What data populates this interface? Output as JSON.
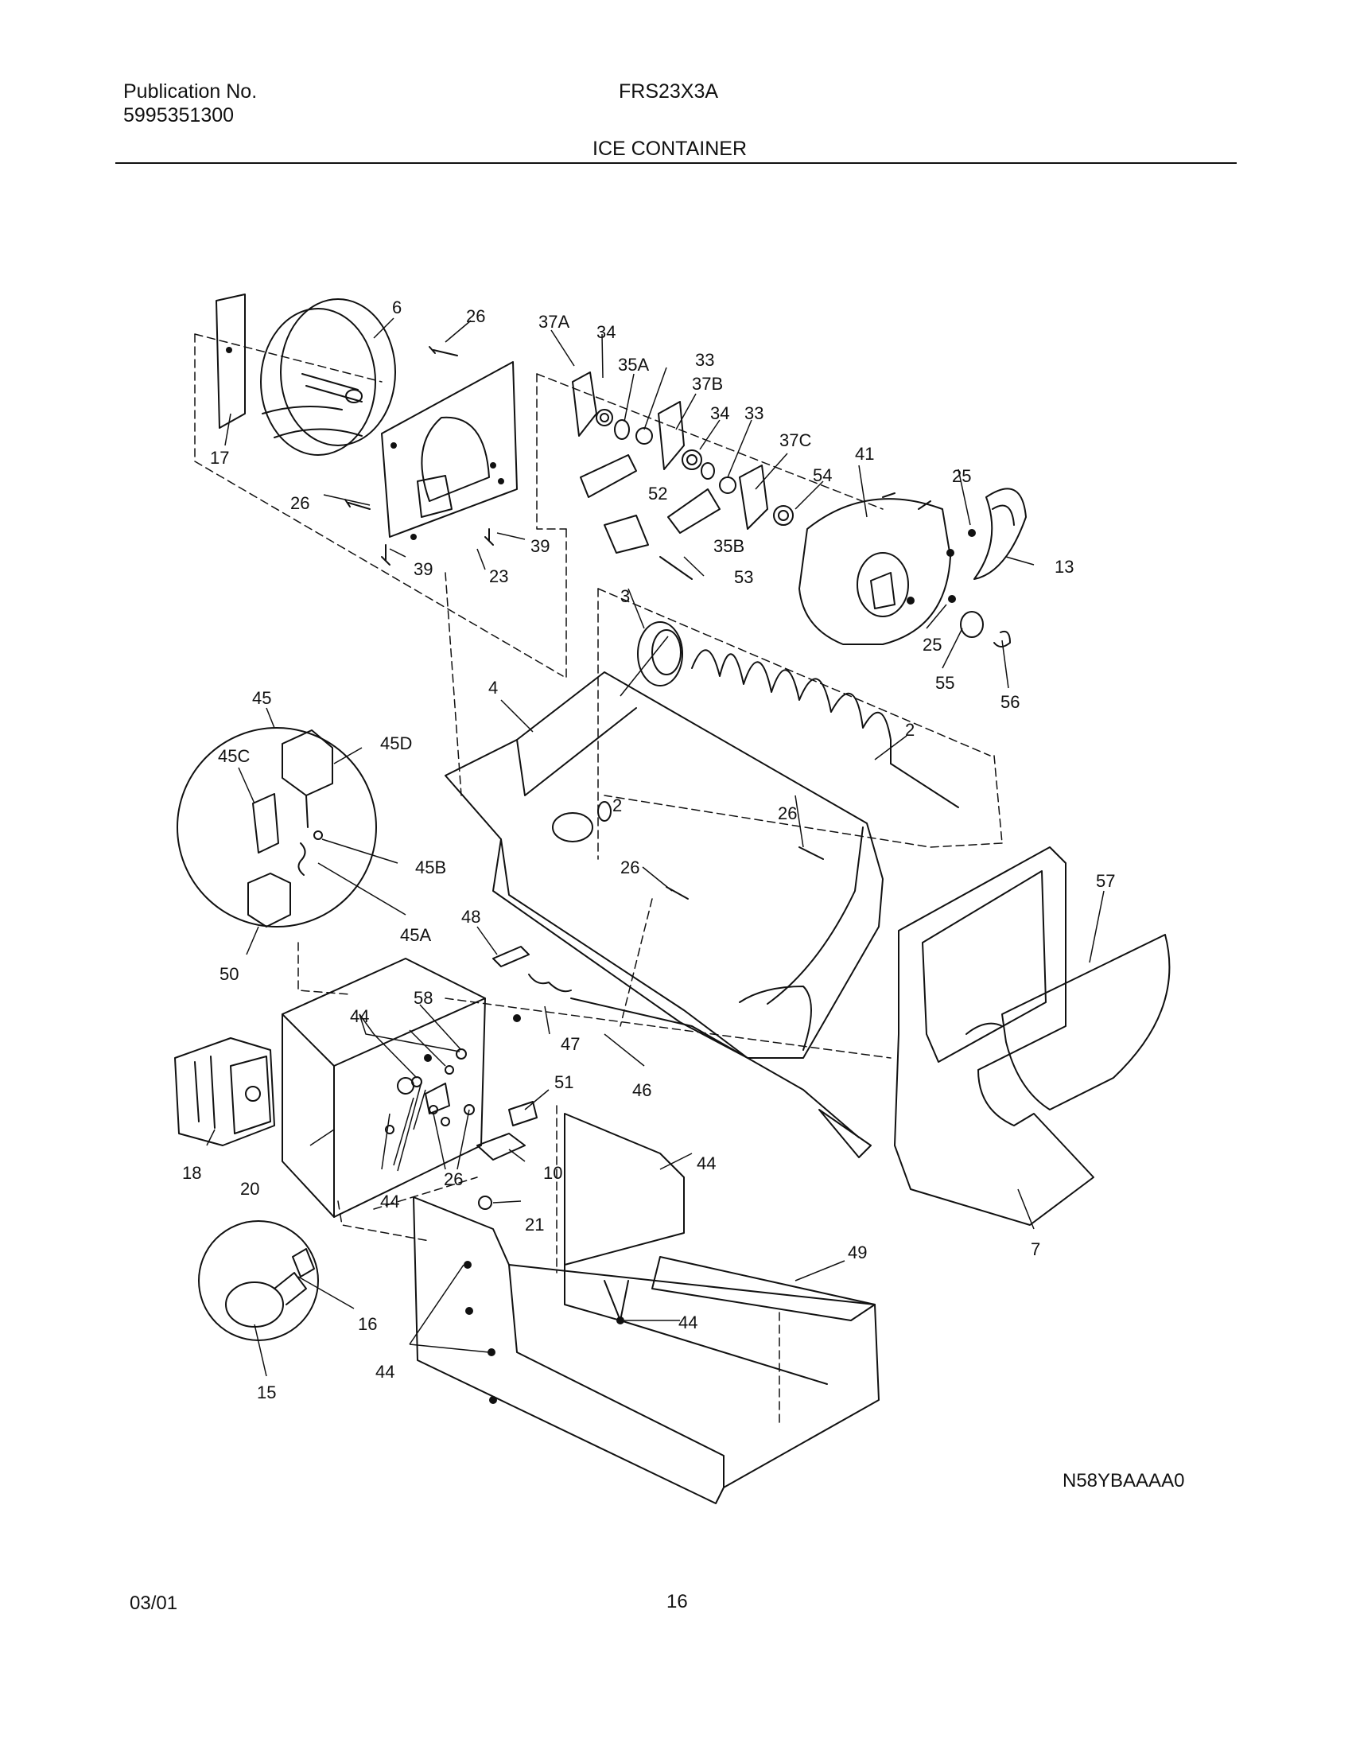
{
  "header": {
    "publication_label": "Publication No.",
    "publication_number": "5995351300",
    "model": "FRS23X3A",
    "section_title": "ICE CONTAINER"
  },
  "diagram": {
    "callouts": [
      "2",
      "3",
      "4",
      "6",
      "7",
      "10",
      "13",
      "15",
      "16",
      "17",
      "18",
      "20",
      "21",
      "23",
      "25",
      "26",
      "33",
      "34",
      "35A",
      "35B",
      "37A",
      "37B",
      "37C",
      "39",
      "41",
      "44",
      "45",
      "45A",
      "45B",
      "45C",
      "45D",
      "46",
      "47",
      "48",
      "49",
      "50",
      "51",
      "52",
      "53",
      "54",
      "55",
      "56",
      "57",
      "58"
    ]
  },
  "footer": {
    "drawing_id": "N58YBAAAA0",
    "date": "03/01",
    "page": "16"
  }
}
